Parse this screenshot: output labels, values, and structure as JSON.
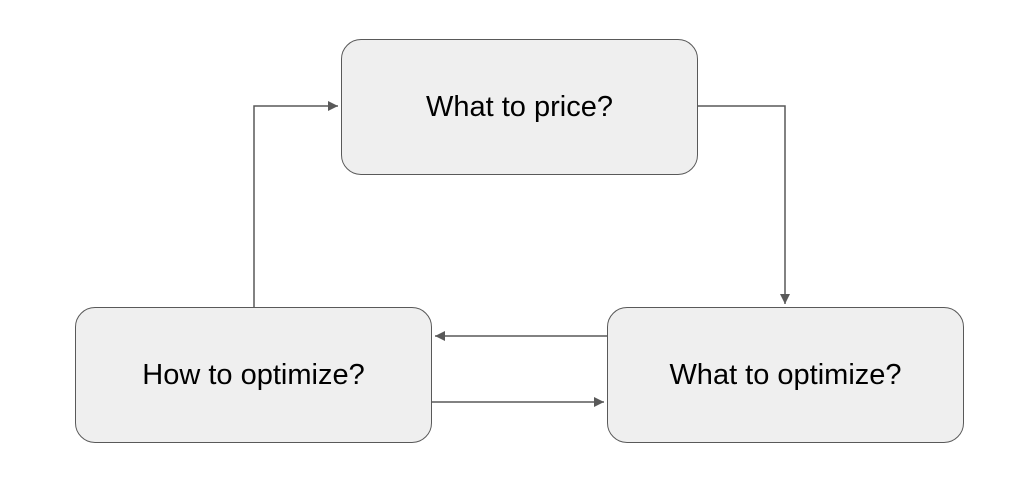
{
  "diagram": {
    "nodes": [
      {
        "id": "what_to_price",
        "label": "What to price?"
      },
      {
        "id": "how_to_optimize",
        "label": "How to optimize?"
      },
      {
        "id": "what_to_optimize",
        "label": "What to optimize?"
      }
    ],
    "edges": [
      {
        "from": "what_to_price",
        "to": "what_to_optimize"
      },
      {
        "from": "what_to_optimize",
        "to": "how_to_optimize"
      },
      {
        "from": "how_to_optimize",
        "to": "what_to_optimize"
      },
      {
        "from": "how_to_optimize",
        "to": "what_to_price"
      }
    ],
    "colors": {
      "node_fill": "#efefef",
      "node_stroke": "#595959",
      "connector": "#595959",
      "text": "#000000",
      "background": "#ffffff"
    }
  }
}
